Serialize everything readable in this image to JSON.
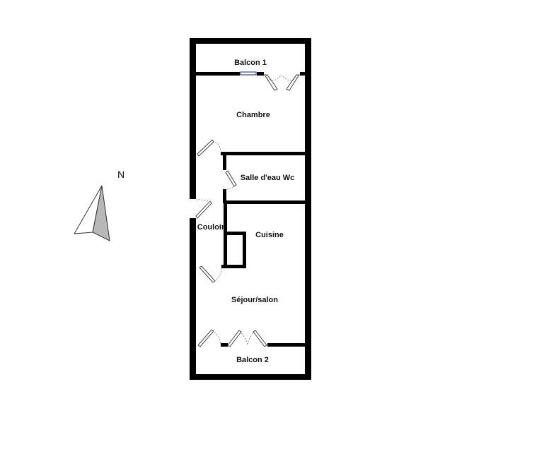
{
  "rooms": {
    "balcon1": "Balcon 1",
    "chambre": "Chambre",
    "salle_eau": "Salle d'eau Wc",
    "couloir": "Couloir",
    "cuisine": "Cuisine",
    "sejour": "Séjour/salon",
    "balcon2": "Balcon 2"
  },
  "compass": {
    "label": "N",
    "icon": "north-arrow-icon"
  },
  "colors": {
    "wall": "#000000",
    "background": "#ffffff",
    "window": "#3a4aa8",
    "compass_shade": "#b8b8b8"
  }
}
